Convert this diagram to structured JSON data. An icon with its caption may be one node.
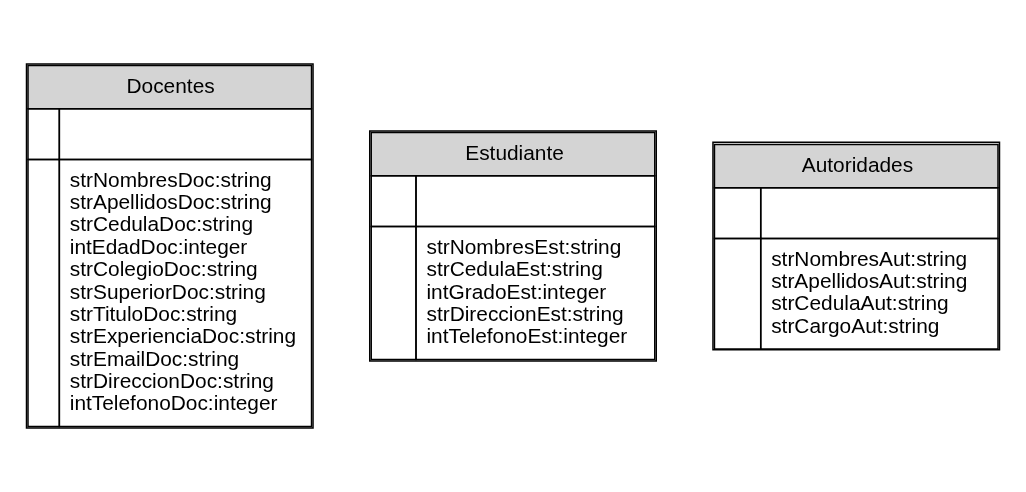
{
  "diagram": {
    "nodes": [
      {
        "text": [
          "Docentes",
          "strNombresDoc:string",
          "strApellidosDoc:string",
          "strCedulaDoc:string",
          "intEdadDoc:integer",
          "strColegioDoc:string",
          "strSuperiorDoc:string",
          "strTituloDoc:string",
          "strExperienciaDoc:string",
          "strEmailDoc:string",
          "strDireccionDoc:string",
          "intTelefonoDoc:integer"
        ]
      },
      {
        "text": [
          "Estudiante",
          "strNombresEst:string",
          "strCedulaEst:string",
          "intGradoEst:integer",
          "strDireccionEst:string",
          "intTelefonoEst:integer"
        ]
      },
      {
        "text": [
          "Autoridades",
          "strNombresAut:string",
          "strApellidosAut:string",
          "strCedulaAut:string",
          "strCargoAut:string"
        ]
      }
    ],
    "edges": []
  }
}
